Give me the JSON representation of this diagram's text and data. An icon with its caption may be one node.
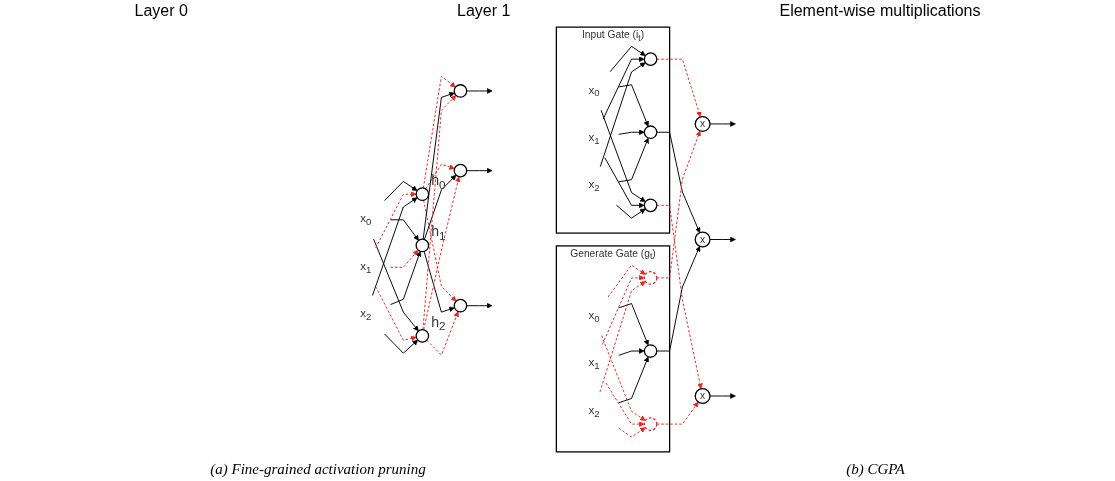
{
  "diagram": {
    "nodes": [
      {
        "text": [
          "x$_{0}$"
        ]
      },
      {
        "text": [
          "x$_{1}$"
        ]
      },
      {
        "text": [
          "x$_{2}$"
        ]
      },
      {
        "text": [],
        "shape": "circle",
        "beside": [
          "h$_{0}$"
        ]
      },
      {
        "text": [],
        "shape": "circle",
        "beside": [
          "h$_{1}$"
        ]
      },
      {
        "text": [],
        "shape": "circle",
        "beside": [
          "h$_{2}$"
        ]
      },
      {
        "text": [],
        "shape": "circle"
      },
      {
        "text": [],
        "shape": "circle"
      },
      {
        "text": [],
        "shape": "circle"
      },
      {
        "text": [
          "Input Gate (i$_{t}$)"
        ]
      },
      {
        "text": [
          "x$_{0}$"
        ],
        "in": 9
      },
      {
        "text": [
          "x$_{1}$"
        ],
        "in": 9
      },
      {
        "text": [
          "x$_{2}$"
        ],
        "in": 9
      },
      {
        "text": [],
        "shape": "circle",
        "in": 9
      },
      {
        "text": [],
        "shape": "circle",
        "in": 9
      },
      {
        "text": [],
        "shape": "circle",
        "in": 9
      },
      {
        "text": [
          "Generate Gate (g$_{t}$)"
        ]
      },
      {
        "text": [
          "x$_{0}$"
        ],
        "in": 16
      },
      {
        "text": [
          "x$_{1}$"
        ],
        "in": 16
      },
      {
        "text": [
          "x$_{2}$"
        ],
        "in": 16
      },
      {
        "text": [],
        "shape": "circle",
        "in": 16
      },
      {
        "text": [],
        "shape": "circle",
        "in": 16
      },
      {
        "text": [],
        "shape": "circle",
        "in": 16
      },
      {
        "text": [
          "x"
        ]
      },
      {
        "text": [
          "x"
        ]
      },
      {
        "text": [
          "x"
        ]
      }
    ],
    "edges": [
      {
        "from": 0,
        "to": 3,
        "arrow": "to"
      },
      {
        "from": 0,
        "to": 4,
        "arrow": "to"
      },
      {
        "from": 0,
        "to": 5,
        "arrow": "to"
      },
      {
        "from": 1,
        "to": 3,
        "arrow": "to",
        "style": "dashed",
        "color": "#ee2222"
      },
      {
        "from": 1,
        "to": 4,
        "arrow": "to",
        "style": "dashed",
        "color": "#ee2222"
      },
      {
        "from": 1,
        "to": 5,
        "arrow": "to",
        "style": "dashed",
        "color": "#ee2222"
      },
      {
        "from": 2,
        "to": 3,
        "arrow": "to"
      },
      {
        "from": 2,
        "to": 4,
        "arrow": "to"
      },
      {
        "from": 2,
        "to": 5,
        "arrow": "to"
      },
      {
        "from": 3,
        "to": 6,
        "arrow": "to",
        "style": "dashed",
        "color": "#ee2222"
      },
      {
        "from": 3,
        "to": 7,
        "arrow": "to",
        "style": "dashed",
        "color": "#ee2222"
      },
      {
        "from": 3,
        "to": 8,
        "arrow": "to",
        "style": "dashed",
        "color": "#ee2222"
      },
      {
        "from": 4,
        "to": 6,
        "arrow": "to"
      },
      {
        "from": 4,
        "to": 7,
        "arrow": "to"
      },
      {
        "from": 4,
        "to": 8,
        "arrow": "to"
      },
      {
        "from": 5,
        "to": 6,
        "arrow": "to",
        "style": "dashed",
        "color": "#ee2222"
      },
      {
        "from": 5,
        "to": 7,
        "arrow": "to",
        "style": "dashed",
        "color": "#ee2222"
      },
      {
        "from": 5,
        "to": 8,
        "arrow": "to",
        "style": "dashed",
        "color": "#ee2222"
      },
      {
        "from": 6,
        "to": null,
        "arrow": "to"
      },
      {
        "from": 7,
        "to": null,
        "arrow": "to"
      },
      {
        "from": 8,
        "to": null,
        "arrow": "to"
      },
      {
        "from": 10,
        "to": 13,
        "arrow": "to"
      },
      {
        "from": 10,
        "to": 14,
        "arrow": "to"
      },
      {
        "from": 10,
        "to": 15,
        "arrow": "to"
      },
      {
        "from": 11,
        "to": 13,
        "arrow": "to"
      },
      {
        "from": 11,
        "to": 14,
        "arrow": "to"
      },
      {
        "from": 11,
        "to": 15,
        "arrow": "to"
      },
      {
        "from": 12,
        "to": 13,
        "arrow": "to"
      },
      {
        "from": 12,
        "to": 14,
        "arrow": "to"
      },
      {
        "from": 12,
        "to": 15,
        "arrow": "to"
      },
      {
        "from": 17,
        "to": 20,
        "arrow": "to",
        "style": "dashed",
        "color": "#ee2222"
      },
      {
        "from": 17,
        "to": 21,
        "arrow": "to"
      },
      {
        "from": 17,
        "to": 22,
        "arrow": "to",
        "style": "dashed",
        "color": "#ee2222"
      },
      {
        "from": 18,
        "to": 20,
        "arrow": "to",
        "style": "dashed",
        "color": "#ee2222"
      },
      {
        "from": 18,
        "to": 21,
        "arrow": "to"
      },
      {
        "from": 18,
        "to": 22,
        "arrow": "to",
        "style": "dashed",
        "color": "#ee2222"
      },
      {
        "from": 19,
        "to": 20,
        "arrow": "to",
        "style": "dashed",
        "color": "#ee2222"
      },
      {
        "from": 19,
        "to": 21,
        "arrow": "to"
      },
      {
        "from": 19,
        "to": 22,
        "arrow": "to",
        "style": "dashed",
        "color": "#ee2222"
      },
      {
        "from": 13,
        "to": 23,
        "arrow": "to",
        "style": "dashed",
        "color": "#ee2222"
      },
      {
        "from": 14,
        "to": 24,
        "arrow": "to"
      },
      {
        "from": 15,
        "to": 25,
        "arrow": "to",
        "style": "dashed",
        "color": "#ee2222"
      },
      {
        "from": 20,
        "to": 23,
        "arrow": "to",
        "style": "dashed",
        "color": "#ee2222"
      },
      {
        "from": 21,
        "to": 24,
        "arrow": "to"
      },
      {
        "from": 22,
        "to": 25,
        "arrow": "to",
        "style": "dashed",
        "color": "#ee2222"
      },
      {
        "from": 23,
        "to": null,
        "arrow": "to"
      },
      {
        "from": 24,
        "to": null,
        "arrow": "to"
      },
      {
        "from": 25,
        "to": null,
        "arrow": "to"
      }
    ],
    "labels": [
      "Layer 0",
      "Layer 1",
      "Element-wise multiplications",
      "(a) Fine-grained activation pruning",
      "(b) CGPA"
    ]
  }
}
